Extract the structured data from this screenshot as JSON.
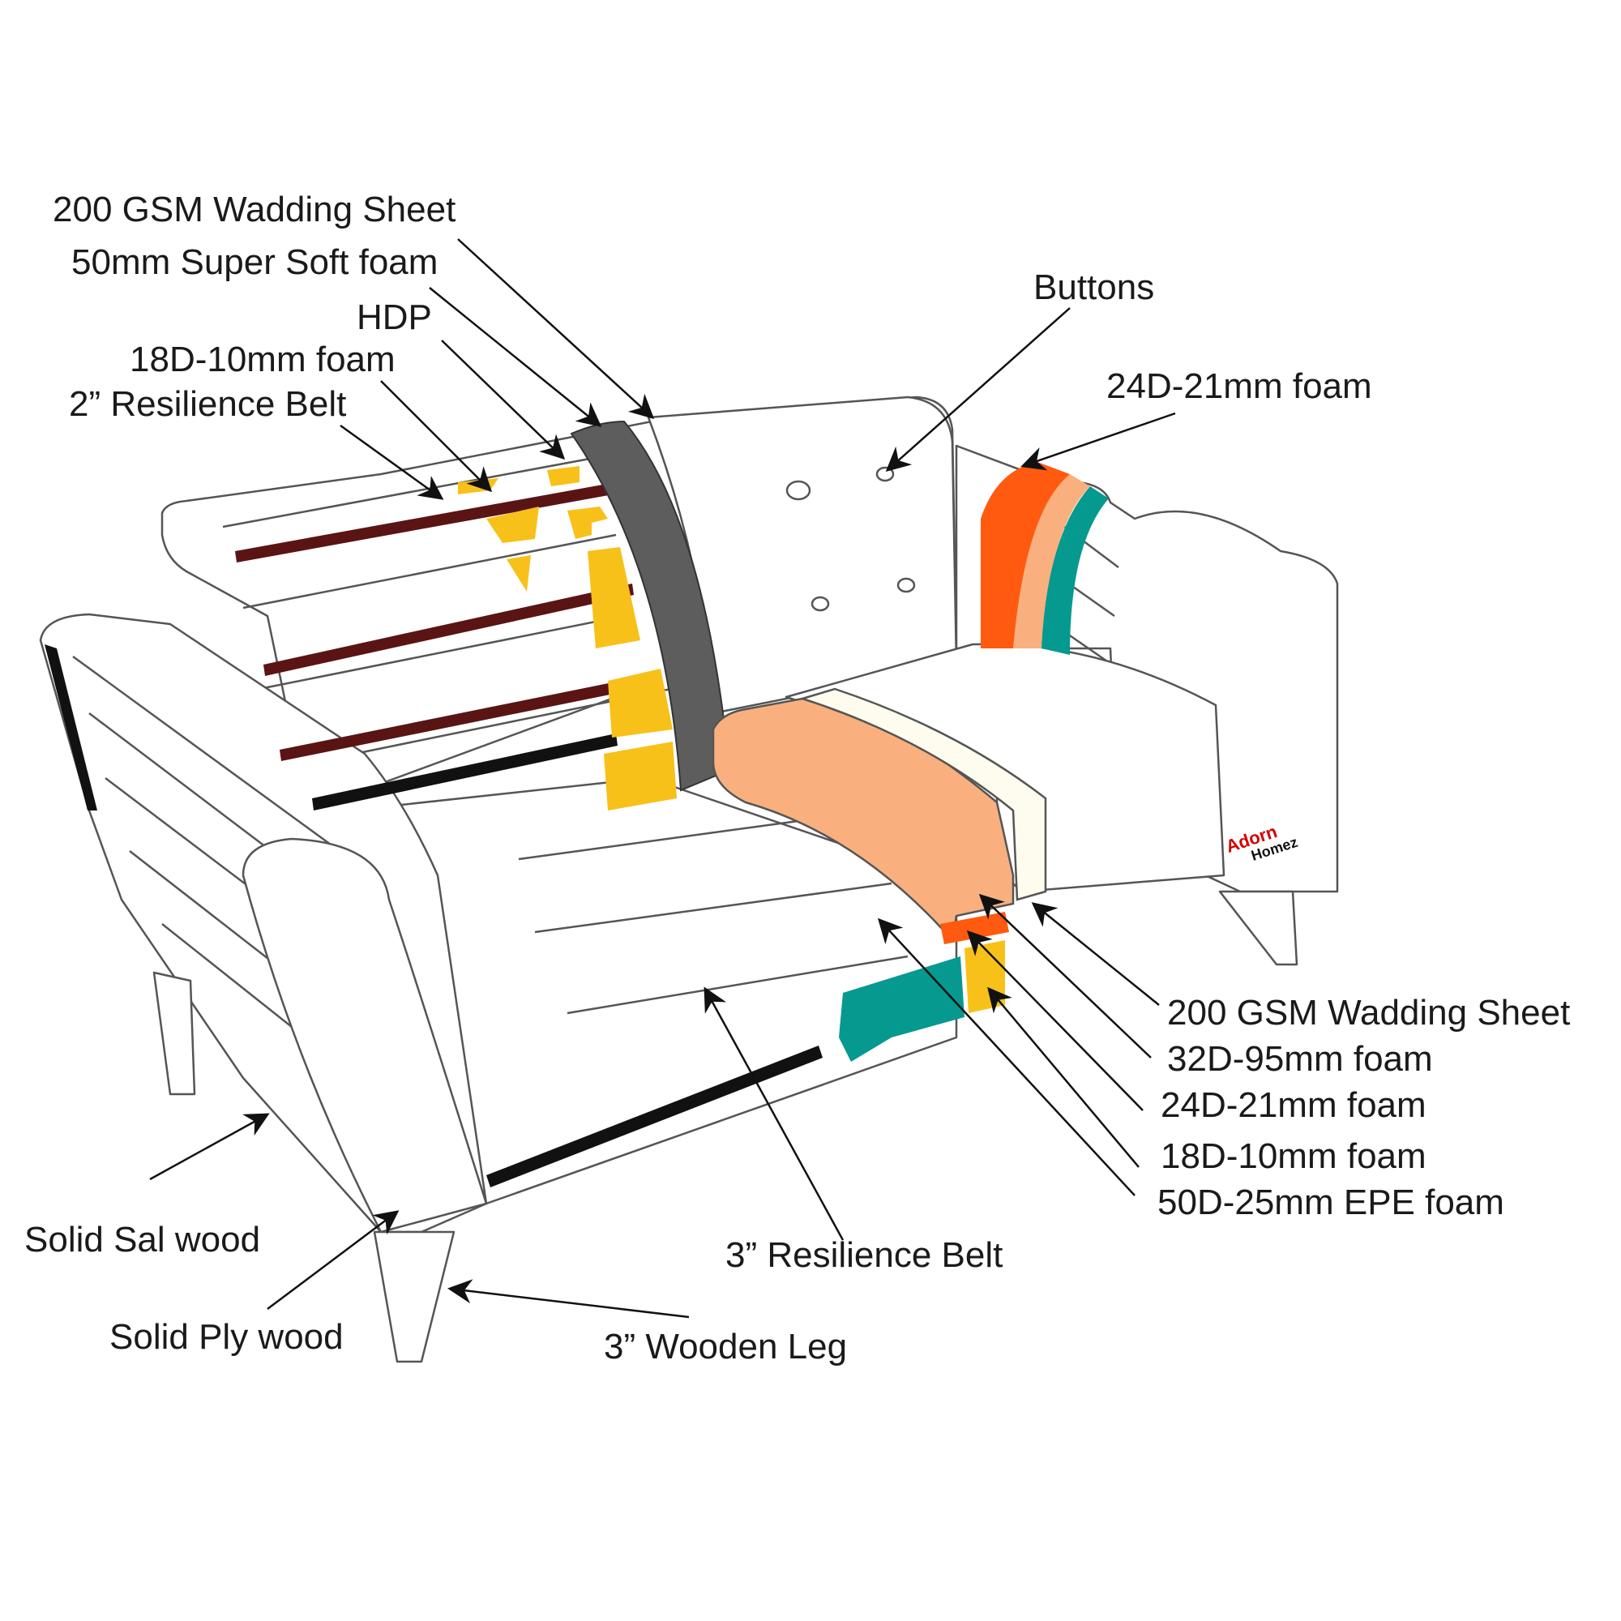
{
  "labels": {
    "wadding_back": "200 GSM Wadding Sheet",
    "super_soft_back": "50mm Super Soft foam",
    "hdp": "HDP",
    "foam_18d_back": "18D-10mm foam",
    "belt_2in": "2” Resilience Belt",
    "buttons": "Buttons",
    "foam_24d_arm": "24D-21mm foam",
    "wadding_seat": "200 GSM Wadding Sheet",
    "foam_32d_seat": "32D-95mm foam",
    "foam_24d_seat": "24D-21mm foam",
    "foam_18d_seat": "18D-10mm foam",
    "foam_50d_epe": "50D-25mm EPE foam",
    "belt_3in": "3” Resilience Belt",
    "sal_wood": "Solid Sal wood",
    "ply_wood": "Solid Ply wood",
    "wooden_leg": "3” Wooden Leg"
  },
  "brand": {
    "line1": "Adorn",
    "line2": "Homez"
  },
  "colors": {
    "outline": "#555555",
    "belt_maroon": "#5a1414",
    "foam_yellow": "#f7c11a",
    "hdp_gray": "#5d5d5d",
    "foam_orange": "#ff5a10",
    "foam_peach": "#f9b07e",
    "foam_teal": "#06998f",
    "wadding_cream": "#fdfcef",
    "black_strip": "#111111",
    "brand_red": "#d40000"
  }
}
